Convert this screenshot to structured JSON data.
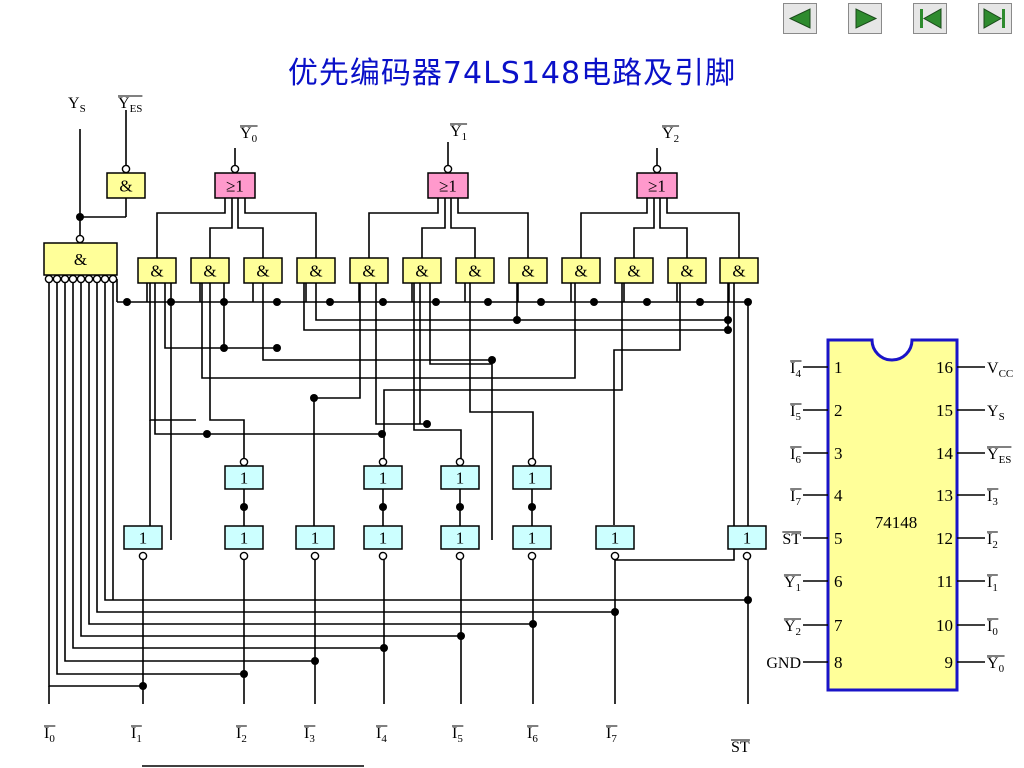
{
  "title": "优先编码器74LS148电路及引脚",
  "nav": {
    "prev_icon": "triangle-left-icon",
    "next_icon": "triangle-right-icon",
    "first_icon": "skip-first-icon",
    "last_icon": "skip-last-icon"
  },
  "colors": {
    "and_gate": "#ffff99",
    "or_gate": "#ff99cc",
    "not_gate": "#ccffff",
    "chip": "#ffff99",
    "chip_border": "#1a14c8",
    "title": "#0a10c8"
  },
  "gates": {
    "and_symbol": "&",
    "or_symbol": "≥1",
    "not_symbol": "1"
  },
  "outputs": {
    "ys": {
      "base": "Y",
      "sub": "S",
      "bar": false
    },
    "yes": {
      "base": "Y",
      "sub": "ES",
      "bar": true
    },
    "y0": {
      "base": "Y",
      "sub": "0",
      "bar": true
    },
    "y1": {
      "base": "Y",
      "sub": "1",
      "bar": true
    },
    "y2": {
      "base": "Y",
      "sub": "2",
      "bar": true
    }
  },
  "inputs": [
    {
      "base": "I",
      "sub": "0",
      "bar": true
    },
    {
      "base": "I",
      "sub": "1",
      "bar": true
    },
    {
      "base": "I",
      "sub": "2",
      "bar": true
    },
    {
      "base": "I",
      "sub": "3",
      "bar": true
    },
    {
      "base": "I",
      "sub": "4",
      "bar": true
    },
    {
      "base": "I",
      "sub": "5",
      "bar": true
    },
    {
      "base": "I",
      "sub": "6",
      "bar": true
    },
    {
      "base": "I",
      "sub": "7",
      "bar": true
    },
    {
      "base": "ST",
      "sub": "",
      "bar": true
    }
  ],
  "chip": {
    "name": "74148",
    "left_pins": [
      {
        "num": "1",
        "base": "I",
        "sub": "4",
        "bar": true
      },
      {
        "num": "2",
        "base": "I",
        "sub": "5",
        "bar": true
      },
      {
        "num": "3",
        "base": "I",
        "sub": "6",
        "bar": true
      },
      {
        "num": "4",
        "base": "I",
        "sub": "7",
        "bar": true
      },
      {
        "num": "5",
        "base": "ST",
        "sub": "",
        "bar": true
      },
      {
        "num": "6",
        "base": "Y",
        "sub": "1",
        "bar": true
      },
      {
        "num": "7",
        "base": "Y",
        "sub": "2",
        "bar": true
      },
      {
        "num": "8",
        "base": "GND",
        "sub": "",
        "bar": false
      }
    ],
    "right_pins": [
      {
        "num": "16",
        "base": "V",
        "sub": "CC",
        "bar": false
      },
      {
        "num": "15",
        "base": "Y",
        "sub": "S",
        "bar": false
      },
      {
        "num": "14",
        "base": "Y",
        "sub": "ES",
        "bar": true
      },
      {
        "num": "13",
        "base": "I",
        "sub": "3",
        "bar": true
      },
      {
        "num": "12",
        "base": "I",
        "sub": "2",
        "bar": true
      },
      {
        "num": "11",
        "base": "I",
        "sub": "1",
        "bar": true
      },
      {
        "num": "10",
        "base": "I",
        "sub": "0",
        "bar": true
      },
      {
        "num": "9",
        "base": "Y",
        "sub": "0",
        "bar": true
      }
    ]
  }
}
